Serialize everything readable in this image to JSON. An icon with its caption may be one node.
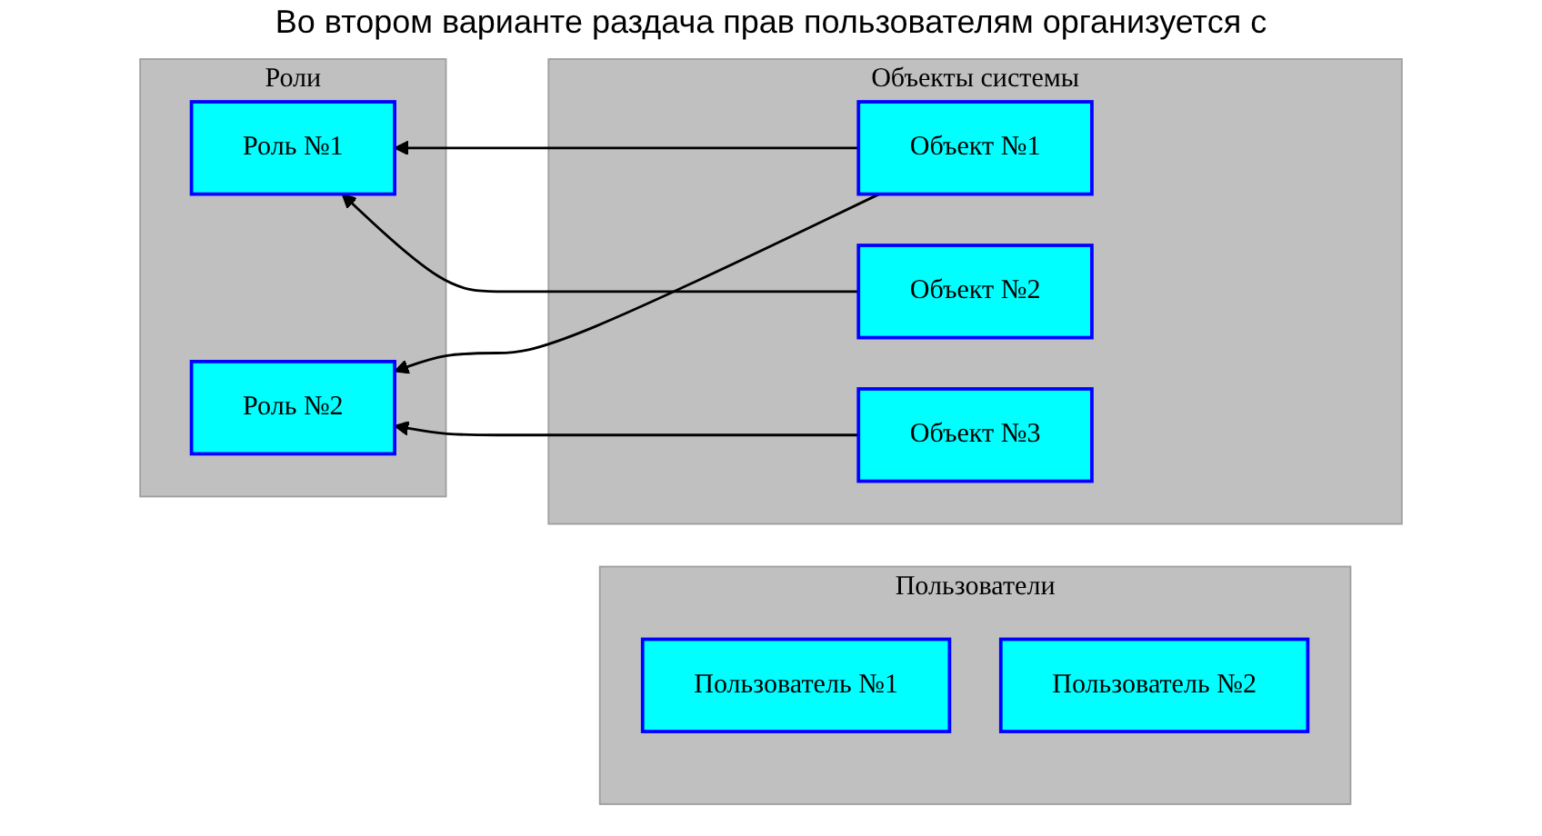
{
  "diagram": {
    "title": "Во втором варианте раздача прав пользователям организуется с",
    "nodes": [
      {
        "text": [
          "Пользователи"
        ]
      },
      {
        "text": [
          "Пользователь №1"
        ],
        "in": 0
      },
      {
        "text": [
          "Пользователь №2"
        ],
        "in": 0
      },
      {
        "text": [
          "Роли"
        ]
      },
      {
        "text": [
          "Роль №1"
        ],
        "in": 3
      },
      {
        "text": [
          "Роль №2"
        ],
        "in": 3
      },
      {
        "text": [
          "Объекты системы"
        ]
      },
      {
        "text": [
          "Объект №1"
        ],
        "in": 6
      },
      {
        "text": [
          "Объект №2"
        ],
        "in": 6
      },
      {
        "text": [
          "Объект №3"
        ],
        "in": 6
      }
    ],
    "edges": [
      {
        "from": 7,
        "to": 4,
        "arrow": "to"
      },
      {
        "from": 7,
        "to": 5,
        "arrow": "to"
      },
      {
        "from": 8,
        "to": 4,
        "arrow": "to"
      },
      {
        "from": 9,
        "to": 5,
        "arrow": "to"
      }
    ]
  }
}
